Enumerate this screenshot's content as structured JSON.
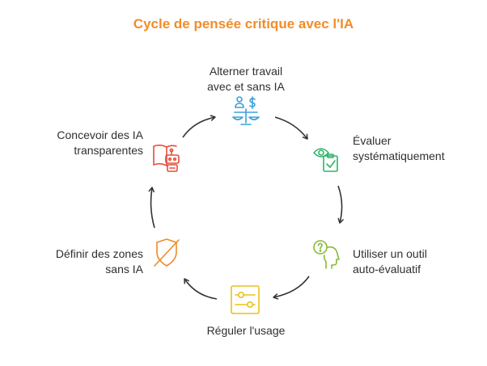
{
  "title": "Cycle de pensée critique avec l'IA",
  "nodes": [
    {
      "id": "alterner",
      "line1": "Alterner travail",
      "line2": "avec et sans IA",
      "icon": "balance-scale-person-dollar-icon",
      "color": "#3aa0dc"
    },
    {
      "id": "evaluer",
      "line1": "Évaluer",
      "line2": "systématiquement",
      "icon": "eye-clipboard-check-icon",
      "color": "#2fb36a"
    },
    {
      "id": "utiliser",
      "line1": "Utiliser un outil",
      "line2": "auto-évaluatif",
      "icon": "head-question-icon",
      "color": "#8ab83a"
    },
    {
      "id": "reguler",
      "line1": "Réguler l'usage",
      "line2": "",
      "icon": "sliders-icon",
      "color": "#e8c21a"
    },
    {
      "id": "definir",
      "line1": "Définir des zones",
      "line2": "sans IA",
      "icon": "shield-off-icon",
      "color": "#f08a24"
    },
    {
      "id": "concevoir",
      "line1": "Concevoir des IA",
      "line2": "transparentes",
      "icon": "robot-book-icon",
      "color": "#e54d3a"
    }
  ],
  "colors": {
    "title": "#f28c28",
    "arrow": "#333333"
  }
}
